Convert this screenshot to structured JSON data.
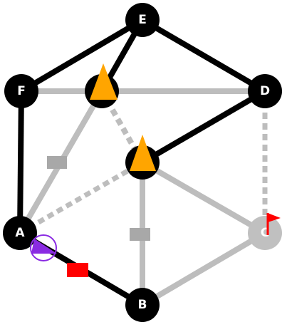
{
  "colors": {
    "background": "#ffffff",
    "active_node": "#000000",
    "inactive_node": "#c0c0c0",
    "active_edge": "#000000",
    "inactive_edge": "#bdbdbd",
    "node_label": "#ffffff",
    "pawn": "#ffa500",
    "flag": "#ff0000",
    "gate_active": "#ff0000",
    "gate_inactive": "#a8a8a8",
    "player": "#8a2be2"
  },
  "nodes": {
    "E": {
      "label": "E",
      "state": "active"
    },
    "F": {
      "label": "F",
      "state": "active"
    },
    "D": {
      "label": "D",
      "state": "active"
    },
    "A": {
      "label": "A",
      "state": "active"
    },
    "C": {
      "label": "C",
      "state": "inactive",
      "has_flag": true
    },
    "B": {
      "label": "B",
      "state": "active"
    },
    "G": {
      "label": "",
      "state": "active",
      "has_pawn": true
    },
    "H": {
      "label": "",
      "state": "active",
      "has_pawn": true
    }
  },
  "edges": [
    {
      "id": "E-F",
      "state": "active",
      "style": "solid"
    },
    {
      "id": "E-D",
      "state": "active",
      "style": "solid"
    },
    {
      "id": "E-G",
      "state": "active",
      "style": "solid"
    },
    {
      "id": "F-A",
      "state": "active",
      "style": "solid"
    },
    {
      "id": "F-G",
      "state": "inactive",
      "style": "solid"
    },
    {
      "id": "G-D",
      "state": "inactive",
      "style": "solid"
    },
    {
      "id": "D-H",
      "state": "active",
      "style": "solid"
    },
    {
      "id": "D-C",
      "state": "inactive",
      "style": "dashed"
    },
    {
      "id": "G-H",
      "state": "inactive",
      "style": "dashed"
    },
    {
      "id": "G-A",
      "state": "inactive",
      "style": "solid",
      "gate": "inactive"
    },
    {
      "id": "A-H",
      "state": "inactive",
      "style": "dashed"
    },
    {
      "id": "H-B",
      "state": "inactive",
      "style": "solid",
      "gate": "inactive"
    },
    {
      "id": "H-C",
      "state": "inactive",
      "style": "solid"
    },
    {
      "id": "C-B",
      "state": "inactive",
      "style": "solid"
    },
    {
      "id": "A-B",
      "state": "active",
      "style": "solid",
      "gate": "active"
    }
  ],
  "player": {
    "node": "A",
    "facing": "B",
    "icon": "player-cursor-icon"
  }
}
